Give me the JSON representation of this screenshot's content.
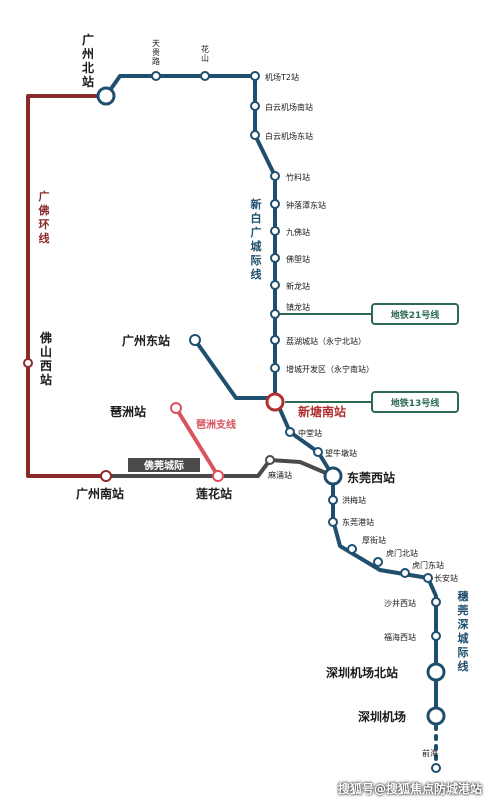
{
  "colors": {
    "main_line": "#1f4f6e",
    "loop_line": "#8b2a2a",
    "branch_line": "#d9535f",
    "dg_line": "#4a4a4a",
    "metro_box": "#2e6b52",
    "highlight": "#b0302f"
  },
  "line_names": {
    "xinbai": "新白广城际线",
    "loop": "广佛环线",
    "dg": "佛莞城际",
    "branch": "琶洲支线",
    "suishen": "穗莞深城际线"
  },
  "stations": {
    "guangzhou_north": "广州北站",
    "tiangui": "天贵路",
    "huashan": "花山",
    "t2": "机场T2站",
    "baiyun_south": "白云机场南站",
    "baiyun_east": "白云机场东站",
    "zhuliao": "竹料站",
    "zhongluotan": "钟落潭东站",
    "jiulong": "九佛站",
    "fotang": "佛塱站",
    "xinlong": "新龙站",
    "zhenlong": "镇龙站",
    "lihu": "荔湖城站（永宁北站）",
    "zengcheng": "增城开发区（永宁南站）",
    "guangzhou_east": "广州东站",
    "xintang": "新塘南站",
    "foshan_west": "佛山西站",
    "pazhou": "琶洲站",
    "zhongtang": "中堂站",
    "wangniudun": "望牛墩站",
    "mayong": "麻涌站",
    "dongguan_west": "东莞西站",
    "guangzhou_south": "广州南站",
    "lianhua": "莲花站",
    "hongmei": "洪梅站",
    "dongguangang": "东莞港站",
    "houjie": "厚街站",
    "humen_north": "虎门北站",
    "humen_east": "虎门东站",
    "changan": "长安站",
    "shajing_west": "沙井西站",
    "fuhai_west": "福海西站",
    "shenzhen_airport_north": "深圳机场北站",
    "shenzhen_airport": "深圳机场",
    "qianhai": "前海"
  },
  "metro": {
    "line21": "地铁21号线",
    "line13": "地铁13号线"
  },
  "watermark": "搜狐号@搜狐焦点防城港站"
}
